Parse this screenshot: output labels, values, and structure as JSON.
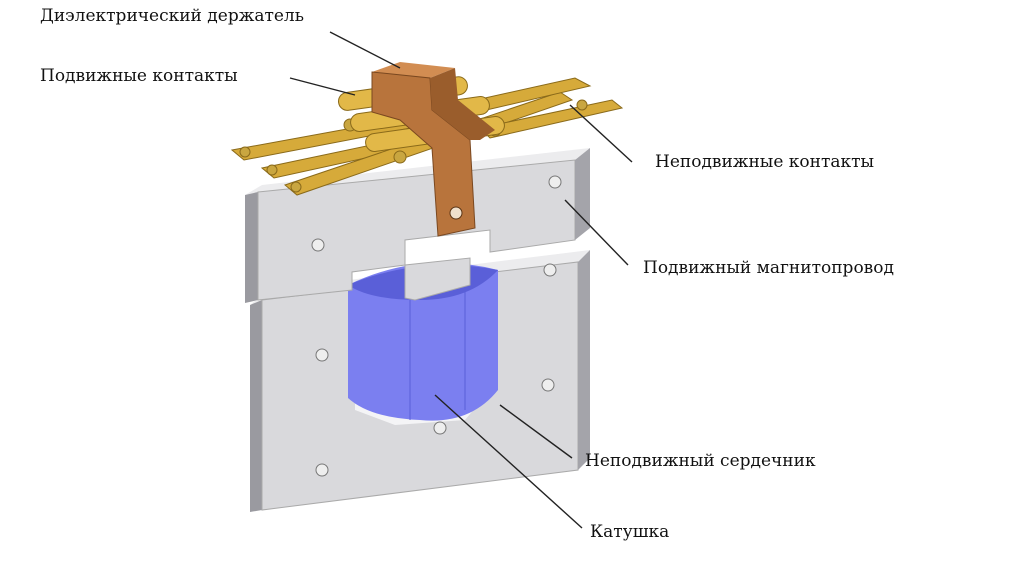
{
  "labels": {
    "dielectric_holder": "Диэлектрический держатель",
    "moving_contacts": "Подвижные контакты",
    "fixed_contacts": "Неподвижные контакты",
    "moving_magnetic_core": "Подвижный магнитопровод",
    "fixed_core": "Неподвижный сердечник",
    "coil": "Катушка"
  },
  "colors": {
    "steel": "#d9d9dc",
    "steel_side": "#9a9aa0",
    "coil": "#7b7ff0",
    "coil_dark": "#5a5fd8",
    "holder": "#b8743c",
    "contacts": "#d6aa3a"
  }
}
